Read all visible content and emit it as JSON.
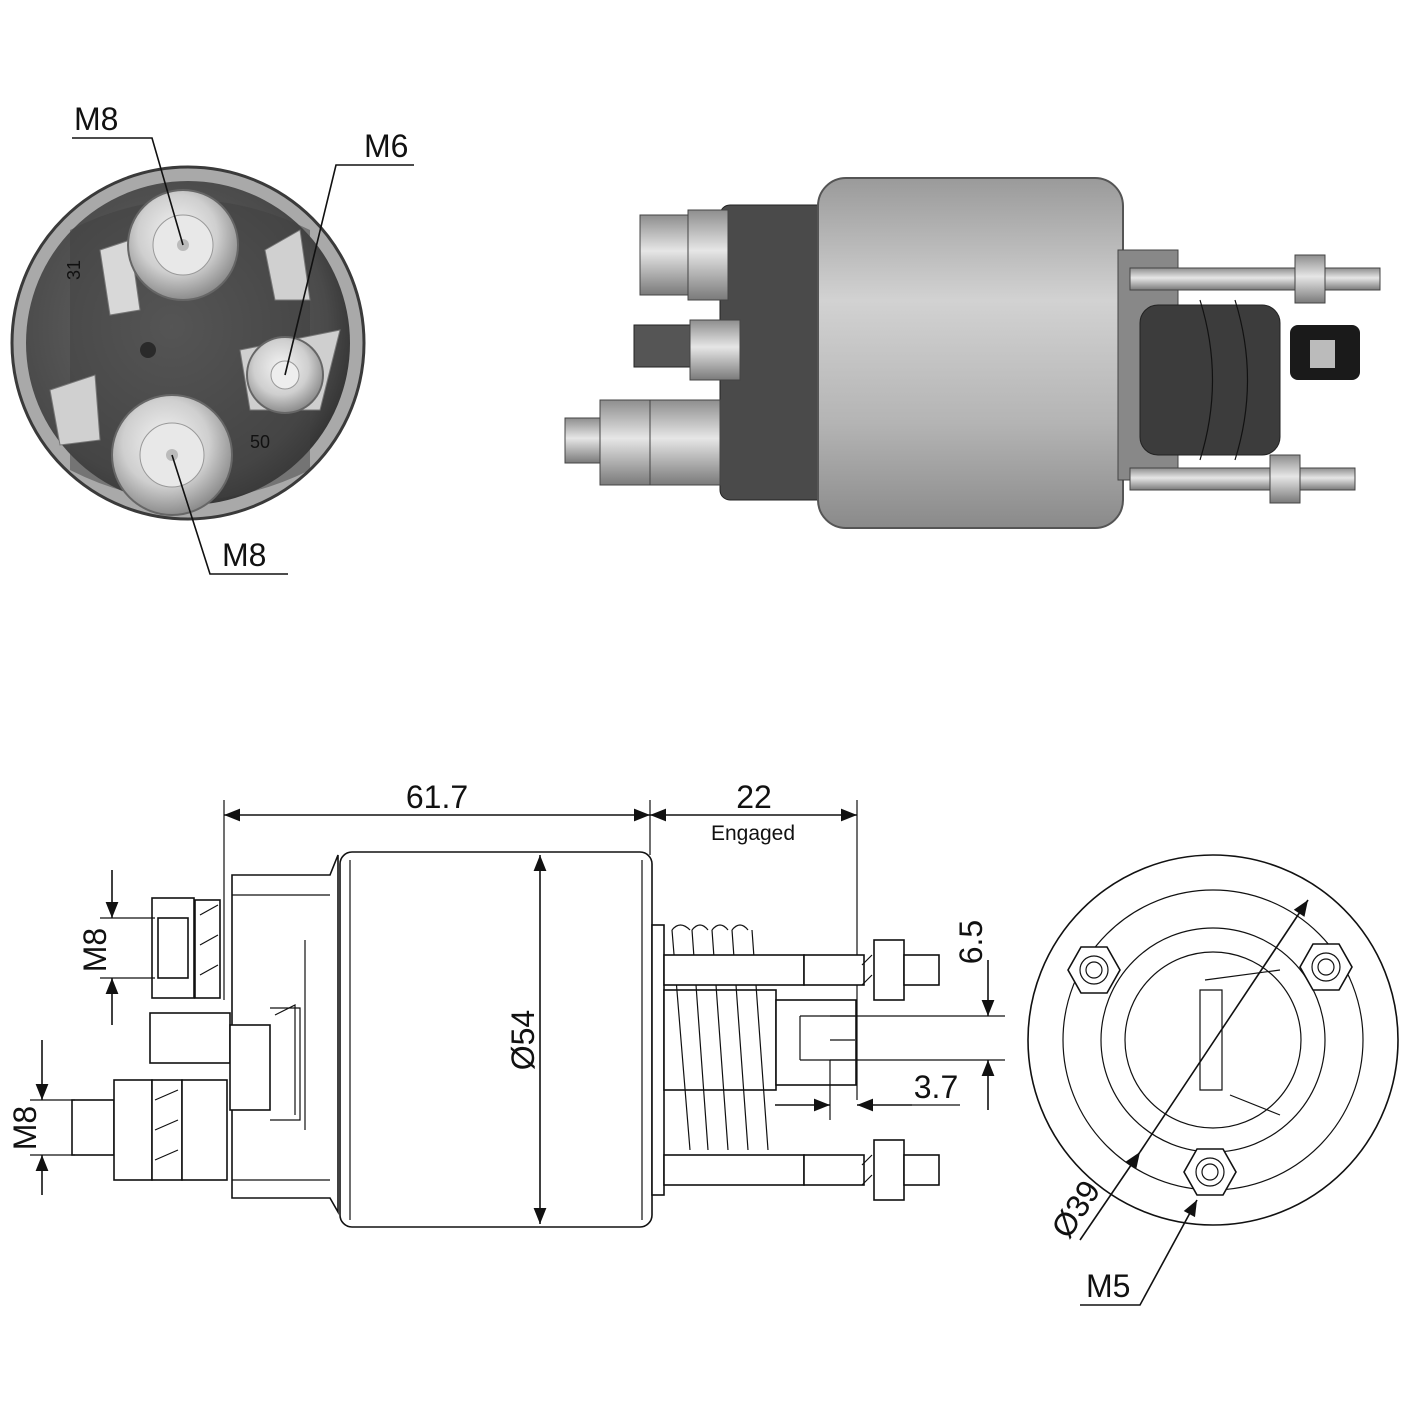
{
  "end_view_photo": {
    "callouts": [
      "M8",
      "M6",
      "M8"
    ],
    "terminal_marks": [
      "31",
      "50"
    ]
  },
  "technical_drawing": {
    "dimensions": {
      "length": "61.7",
      "stroke": "22",
      "stroke_note": "Engaged",
      "diameter": "Ø54",
      "thread_upper": "M8",
      "thread_lower": "M8",
      "slot_width": "6.5",
      "slot_offset": "3.7"
    }
  },
  "flange_view": {
    "diameter": "Ø39",
    "bolt_thread": "M5"
  },
  "colors": {
    "line": "#111111",
    "housing_light": "#b9b9b9",
    "housing_dark": "#555555",
    "background": "#ffffff"
  }
}
